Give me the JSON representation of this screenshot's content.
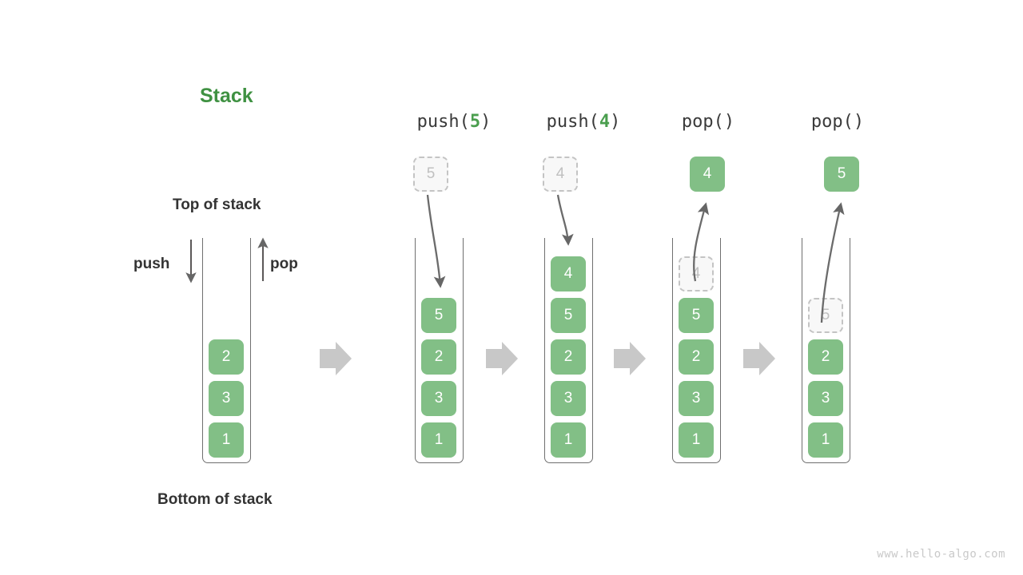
{
  "diagram": {
    "title": "Stack",
    "title_color": "#3f9142",
    "box_color": "#82bf86",
    "ghost_color": "#c0c0c0",
    "arrow_color": "#666666",
    "transition_arrow_color": "#c8c8c8",
    "labels": {
      "top_of_stack": "Top of stack",
      "bottom_of_stack": "Bottom of stack",
      "push": "push",
      "pop": "pop"
    },
    "watermark": "www.hello-algo.com"
  },
  "columns": [
    {
      "id": "initial",
      "header": null,
      "header_prefix": "",
      "header_arg": "",
      "header_suffix": "",
      "floating": null,
      "ghost_in_stack": null,
      "stack": [
        "2",
        "3",
        "1"
      ]
    },
    {
      "id": "push-5",
      "header": "push(5)",
      "header_prefix": "push(",
      "header_arg": "5",
      "header_suffix": ")",
      "floating": "5",
      "floating_kind": "ghost",
      "ghost_in_stack": null,
      "stack": [
        "5",
        "2",
        "3",
        "1"
      ]
    },
    {
      "id": "push-4",
      "header": "push(4)",
      "header_prefix": "push(",
      "header_arg": "4",
      "header_suffix": ")",
      "floating": "4",
      "floating_kind": "ghost",
      "ghost_in_stack": null,
      "stack": [
        "4",
        "5",
        "2",
        "3",
        "1"
      ]
    },
    {
      "id": "pop-1",
      "header": "pop()",
      "header_prefix": "pop(",
      "header_arg": "",
      "header_suffix": ")",
      "floating": "4",
      "floating_kind": "solid",
      "ghost_in_stack": "4",
      "stack": [
        "5",
        "2",
        "3",
        "1"
      ]
    },
    {
      "id": "pop-2",
      "header": "pop()",
      "header_prefix": "pop(",
      "header_arg": "",
      "header_suffix": ")",
      "floating": "5",
      "floating_kind": "solid",
      "ghost_in_stack": "5",
      "stack": [
        "2",
        "3",
        "1"
      ]
    }
  ]
}
